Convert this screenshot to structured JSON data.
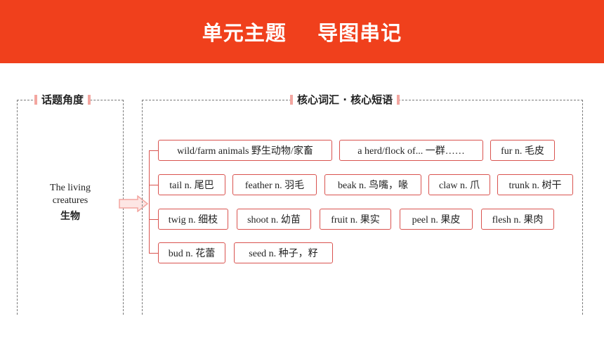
{
  "banner": {
    "title": "单元主题    导图串记"
  },
  "left_panel": {
    "title": "话题角度",
    "topic_en": "The living creatures",
    "topic_zh": "生物"
  },
  "right_panel": {
    "title": "核心词汇 · 核心短语",
    "rows": [
      [
        "wild/farm animals 野生动物/家畜",
        "a herd/flock of... 一群……",
        "fur n. 毛皮"
      ],
      [
        "tail n. 尾巴",
        "feather n. 羽毛",
        "beak n. 鸟嘴，喙",
        "claw n. 爪",
        "trunk n. 树干"
      ],
      [
        "twig n. 细枝",
        "shoot n. 幼苗",
        "fruit n. 果实",
        "peel n. 果皮",
        "flesh n. 果肉"
      ],
      [
        "bud n. 花蕾",
        "seed n. 种子，籽"
      ]
    ]
  },
  "colors": {
    "banner": "#f0401c",
    "term_border": "#d9534f",
    "title_accent": "#f3a6a0"
  }
}
